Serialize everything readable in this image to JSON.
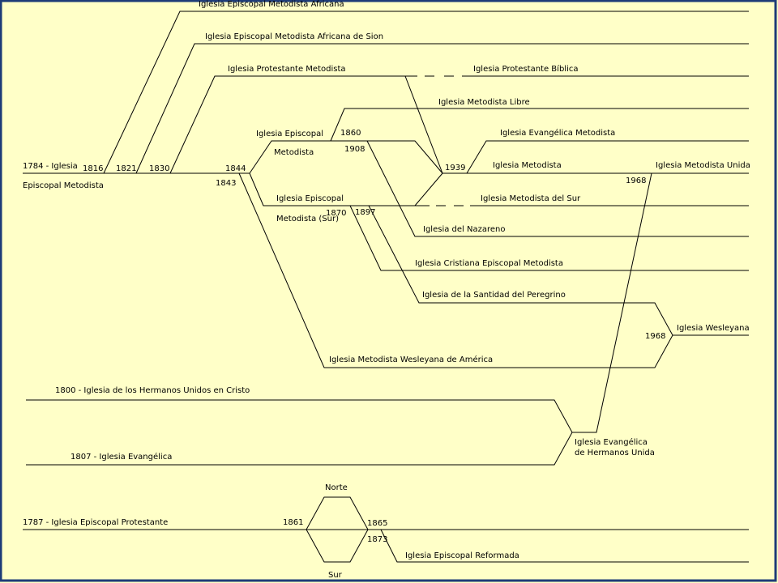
{
  "labels": {
    "ame": "Iglesia Episcopal Metodista Africana",
    "amez": "Iglesia Episcopal Metodista Africana de Sion",
    "mp": "Iglesia Protestante Metodista",
    "ipb": "Iglesia Protestante Bíblica",
    "imlibre": "Iglesia Metodista Libre",
    "iep_a": "Iglesia Episcopal",
    "iep_b": "Metodista",
    "y1860": "1860",
    "y1908": "1908",
    "iem": "Iglesia Evangélica Metodista",
    "y1939": "1939",
    "im": "Iglesia Metodista",
    "imu": "Iglesia Metodista Unida",
    "y1968a": "1968",
    "mec_a": "1784 - Iglesia",
    "mec_b": "Episcopal Metodista",
    "y1816": "1816",
    "y1821": "1821",
    "y1830": "1830",
    "y1844": "1844",
    "y1843": "1843",
    "iems_a": "Iglesia Episcopal",
    "iems_b": "Metodista (Sur)",
    "y1870": "1870",
    "y1897": "1897",
    "ims": "Iglesia Metodista del Sur",
    "naz": "Iglesia del Nazareno",
    "icem": "Iglesia Cristiana Episcopal Metodista",
    "pil": "Iglesia de la Santidad del Peregrino",
    "wes": "Iglesia Wesleyana",
    "y1968b": "1968",
    "imwa": "Iglesia Metodista Wesleyana de América",
    "hu": "1800 - Iglesia de los Hermanos Unidos en Cristo",
    "ieu_a": "Iglesia Evangélica",
    "ieu_b": "de Hermanos Unida",
    "ie": "1807 - Iglesia Evangélica",
    "norte": "Norte",
    "iepp": "1787 - Iglesia Episcopal Protestante",
    "y1861": "1861",
    "y1865": "1865",
    "y1873": "1873",
    "ier": "Iglesia Episcopal Reformada",
    "sur": "Sur"
  }
}
